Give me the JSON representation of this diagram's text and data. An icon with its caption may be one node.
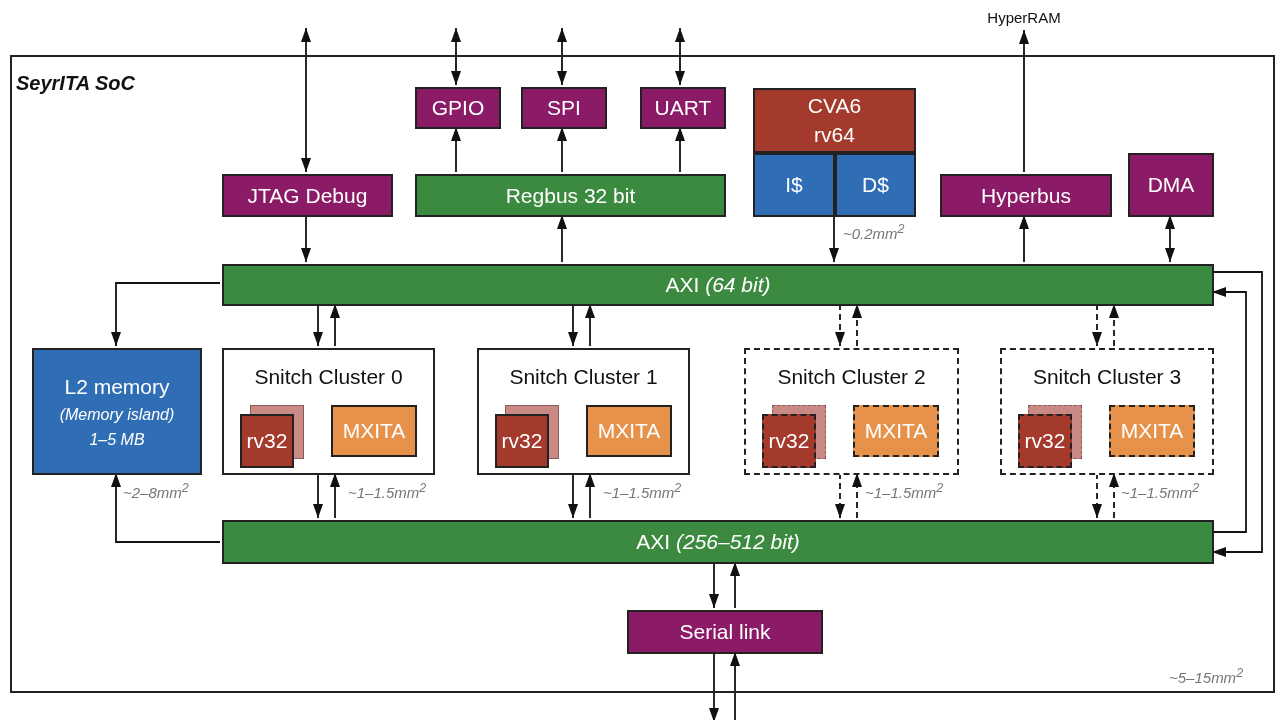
{
  "diagram": {
    "nodes": [
      {
        "text": [
          "SeyrITA SoC"
        ],
        "beside": [
          "~5–15mm$^{2}$"
        ]
      },
      {
        "text": [
          "HyperRAM"
        ]
      },
      {
        "text": [
          "JTAG Debug"
        ],
        "in": 0
      },
      {
        "text": [
          "GPIO"
        ],
        "in": 0
      },
      {
        "text": [
          "SPI"
        ],
        "in": 0
      },
      {
        "text": [
          "UART"
        ],
        "in": 0
      },
      {
        "text": [
          "Regbus 32 bit"
        ],
        "in": 0
      },
      {
        "text": [
          "CVA6 rv64"
        ],
        "in": 0
      },
      {
        "text": [
          "I$"
        ],
        "in": 0
      },
      {
        "text": [
          "D$"
        ],
        "in": 0,
        "beside": [
          "~0.2mm$^{2}$"
        ]
      },
      {
        "text": [
          "Hyperbus"
        ],
        "in": 0
      },
      {
        "text": [
          "DMA"
        ],
        "in": 0
      },
      {
        "text": [
          "AXI *(64 bit)*"
        ],
        "in": 0
      },
      {
        "text": [
          "L2 memory",
          "(Memory island)",
          "1–5 MB"
        ],
        "in": 0,
        "beside": [
          "~2–8mm$^{2}$"
        ]
      },
      {
        "text": [
          "Snitch Cluster 0"
        ],
        "in": 0,
        "beside": [
          "~1–1.5mm$^{2}$"
        ]
      },
      {
        "text": [
          "rv32"
        ],
        "in": 14
      },
      {
        "text": [
          "MXITA"
        ],
        "in": 14
      },
      {
        "text": [
          "Snitch Cluster 1"
        ],
        "in": 0,
        "beside": [
          "~1–1.5mm$^{2}$"
        ]
      },
      {
        "text": [
          "rv32"
        ],
        "in": 17
      },
      {
        "text": [
          "MXITA"
        ],
        "in": 17
      },
      {
        "text": [
          "Snitch Cluster 2"
        ],
        "in": 0,
        "beside": [
          "~1–1.5mm$^{2}$"
        ]
      },
      {
        "text": [
          "rv32"
        ],
        "in": 20
      },
      {
        "text": [
          "MXITA"
        ],
        "in": 20
      },
      {
        "text": [
          "Snitch Cluster 3"
        ],
        "in": 0,
        "beside": [
          "~1–1.5mm$^{2}$"
        ]
      },
      {
        "text": [
          "rv32"
        ],
        "in": 23
      },
      {
        "text": [
          "MXITA"
        ],
        "in": 23
      },
      {
        "text": [
          "AXI *(256–512 bit)*"
        ],
        "in": 0
      },
      {
        "text": [
          "Serial link"
        ],
        "in": 0
      }
    ],
    "edges": [
      {
        "from": null,
        "to": 2,
        "arrow": "both"
      },
      {
        "from": 2,
        "to": 12,
        "arrow": "to"
      },
      {
        "from": null,
        "to": 3,
        "arrow": "both"
      },
      {
        "from": null,
        "to": 4,
        "arrow": "both"
      },
      {
        "from": null,
        "to": 5,
        "arrow": "both"
      },
      {
        "from": 6,
        "to": 3,
        "arrow": "to"
      },
      {
        "from": 6,
        "to": 4,
        "arrow": "to"
      },
      {
        "from": 6,
        "to": 5,
        "arrow": "to"
      },
      {
        "from": 12,
        "to": 6,
        "arrow": "to"
      },
      {
        "from": 9,
        "to": 12,
        "arrow": "to"
      },
      {
        "from": 10,
        "to": 1,
        "arrow": "to"
      },
      {
        "from": 12,
        "to": 10,
        "arrow": "to"
      },
      {
        "from": 11,
        "to": 12,
        "arrow": "both"
      },
      {
        "from": 12,
        "to": 13,
        "arrow": "to"
      },
      {
        "from": 12,
        "to": 14,
        "arrow": "to"
      },
      {
        "from": 14,
        "to": 12,
        "arrow": "to"
      },
      {
        "from": 12,
        "to": 17,
        "arrow": "to"
      },
      {
        "from": 17,
        "to": 12,
        "arrow": "to"
      },
      {
        "from": 12,
        "to": 20,
        "arrow": "to",
        "style": "dashed"
      },
      {
        "from": 20,
        "to": 12,
        "arrow": "to",
        "style": "dashed"
      },
      {
        "from": 12,
        "to": 23,
        "arrow": "to",
        "style": "dashed"
      },
      {
        "from": 23,
        "to": 12,
        "arrow": "to",
        "style": "dashed"
      },
      {
        "from": 14,
        "to": 26,
        "arrow": "to"
      },
      {
        "from": 26,
        "to": 14,
        "arrow": "to"
      },
      {
        "from": 17,
        "to": 26,
        "arrow": "to"
      },
      {
        "from": 26,
        "to": 17,
        "arrow": "to"
      },
      {
        "from": 20,
        "to": 26,
        "arrow": "to",
        "style": "dashed"
      },
      {
        "from": 26,
        "to": 20,
        "arrow": "to",
        "style": "dashed"
      },
      {
        "from": 23,
        "to": 26,
        "arrow": "to",
        "style": "dashed"
      },
      {
        "from": 26,
        "to": 23,
        "arrow": "to",
        "style": "dashed"
      },
      {
        "from": 26,
        "to": 13,
        "arrow": "to"
      },
      {
        "from": 12,
        "to": 26,
        "arrow": "to"
      },
      {
        "from": 26,
        "to": 12,
        "arrow": "to"
      },
      {
        "from": 26,
        "to": 27,
        "arrow": "to"
      },
      {
        "from": 27,
        "to": 26,
        "arrow": "to"
      },
      {
        "from": 27,
        "to": null,
        "arrow": "to"
      },
      {
        "from": null,
        "to": 27,
        "arrow": "to"
      }
    ]
  }
}
